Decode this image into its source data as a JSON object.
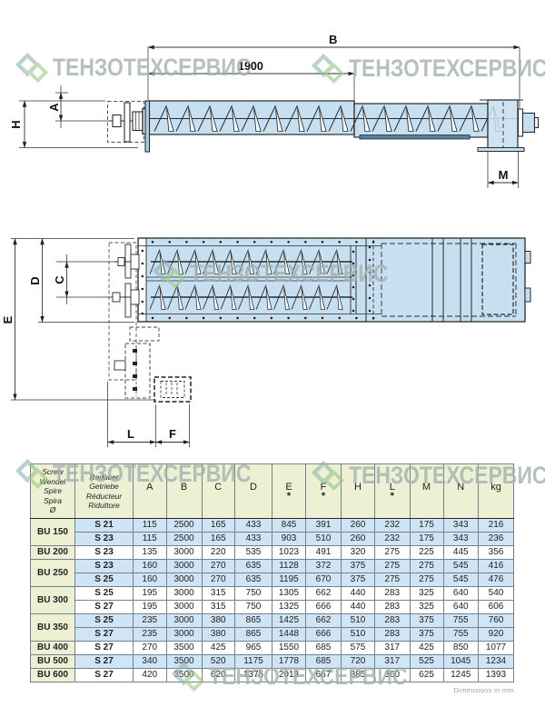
{
  "watermark": {
    "text": "ТЕНЗОТЕХСЕРВИС"
  },
  "footer": {
    "note": "Dimensions in mm"
  },
  "colors": {
    "drawing_fill": "#c6dff1",
    "row_blue": "#cfe4f4",
    "header_green": "#edf0d3",
    "watermark_teal": "#8fb3b0",
    "watermark_green": "#9bc77f",
    "watermark_text": "#a3b1b0"
  },
  "drawings": {
    "side_view": {
      "dim_overall_length": "B",
      "dim_section_length": "1900",
      "dim_shaft": "A",
      "dim_height": "H",
      "dim_outlet_width": "M"
    },
    "plan_view": {
      "dim_total_height": "E",
      "dim_trough_width": "D",
      "dim_screw_centers": "C",
      "dim_drive_length": "L",
      "dim_motor_length": "F"
    }
  },
  "table": {
    "model_header_lines": [
      "Screw",
      "Wendel",
      "Spire",
      "Spira",
      "Ø"
    ],
    "reducer_header_lines": [
      "Reducer",
      "Getriebe",
      "Réducteur",
      "Riduttore"
    ],
    "columns": [
      {
        "label": "A",
        "star": false
      },
      {
        "label": "B",
        "star": false
      },
      {
        "label": "C",
        "star": false
      },
      {
        "label": "D",
        "star": false
      },
      {
        "label": "E",
        "star": true
      },
      {
        "label": "F",
        "star": true
      },
      {
        "label": "H",
        "star": false
      },
      {
        "label": "L",
        "star": true
      },
      {
        "label": "M",
        "star": false
      },
      {
        "label": "N",
        "star": false
      },
      {
        "label": "kg",
        "star": false
      }
    ],
    "groups": [
      {
        "model": "BU 150",
        "shade": "blue",
        "rows": [
          {
            "reducer": "S 21",
            "values": [
              "115",
              "2500",
              "165",
              "433",
              "845",
              "391",
              "260",
              "232",
              "175",
              "343",
              "216"
            ]
          },
          {
            "reducer": "S 23",
            "values": [
              "115",
              "2500",
              "165",
              "433",
              "903",
              "510",
              "260",
              "232",
              "175",
              "343",
              "236"
            ]
          }
        ]
      },
      {
        "model": "BU 200",
        "shade": "white",
        "rows": [
          {
            "reducer": "S 23",
            "values": [
              "135",
              "3000",
              "220",
              "535",
              "1023",
              "491",
              "320",
              "275",
              "225",
              "445",
              "356"
            ]
          }
        ]
      },
      {
        "model": "BU 250",
        "shade": "blue",
        "rows": [
          {
            "reducer": "S 23",
            "values": [
              "160",
              "3000",
              "270",
              "635",
              "1128",
              "372",
              "375",
              "275",
              "275",
              "545",
              "416"
            ]
          },
          {
            "reducer": "S 25",
            "values": [
              "160",
              "3000",
              "270",
              "635",
              "1195",
              "670",
              "375",
              "275",
              "275",
              "545",
              "476"
            ]
          }
        ]
      },
      {
        "model": "BU 300",
        "shade": "white",
        "rows": [
          {
            "reducer": "S 25",
            "values": [
              "195",
              "3000",
              "315",
              "750",
              "1305",
              "662",
              "440",
              "283",
              "325",
              "640",
              "540"
            ]
          },
          {
            "reducer": "S 27",
            "values": [
              "195",
              "3000",
              "315",
              "750",
              "1325",
              "666",
              "440",
              "283",
              "325",
              "640",
              "606"
            ]
          }
        ]
      },
      {
        "model": "BU 350",
        "shade": "blue",
        "rows": [
          {
            "reducer": "S 25",
            "values": [
              "235",
              "3000",
              "380",
              "865",
              "1425",
              "662",
              "510",
              "283",
              "375",
              "755",
              "760"
            ]
          },
          {
            "reducer": "S 27",
            "values": [
              "235",
              "3000",
              "380",
              "865",
              "1448",
              "666",
              "510",
              "283",
              "375",
              "755",
              "920"
            ]
          }
        ]
      },
      {
        "model": "BU 400",
        "shade": "white",
        "rows": [
          {
            "reducer": "S 27",
            "values": [
              "270",
              "3500",
              "425",
              "965",
              "1550",
              "685",
              "575",
              "317",
              "425",
              "850",
              "1077"
            ]
          }
        ]
      },
      {
        "model": "BU 500",
        "shade": "blue",
        "rows": [
          {
            "reducer": "S 27",
            "values": [
              "340",
              "3500",
              "520",
              "1175",
              "1778",
              "685",
              "720",
              "317",
              "525",
              "1045",
              "1234"
            ]
          }
        ]
      },
      {
        "model": "BU 600",
        "shade": "white",
        "rows": [
          {
            "reducer": "S 27",
            "values": [
              "420",
              "3500",
              "620",
              "1375",
              "2013",
              "667",
              "885",
              "360",
              "625",
              "1245",
              "1393"
            ]
          }
        ]
      }
    ]
  }
}
